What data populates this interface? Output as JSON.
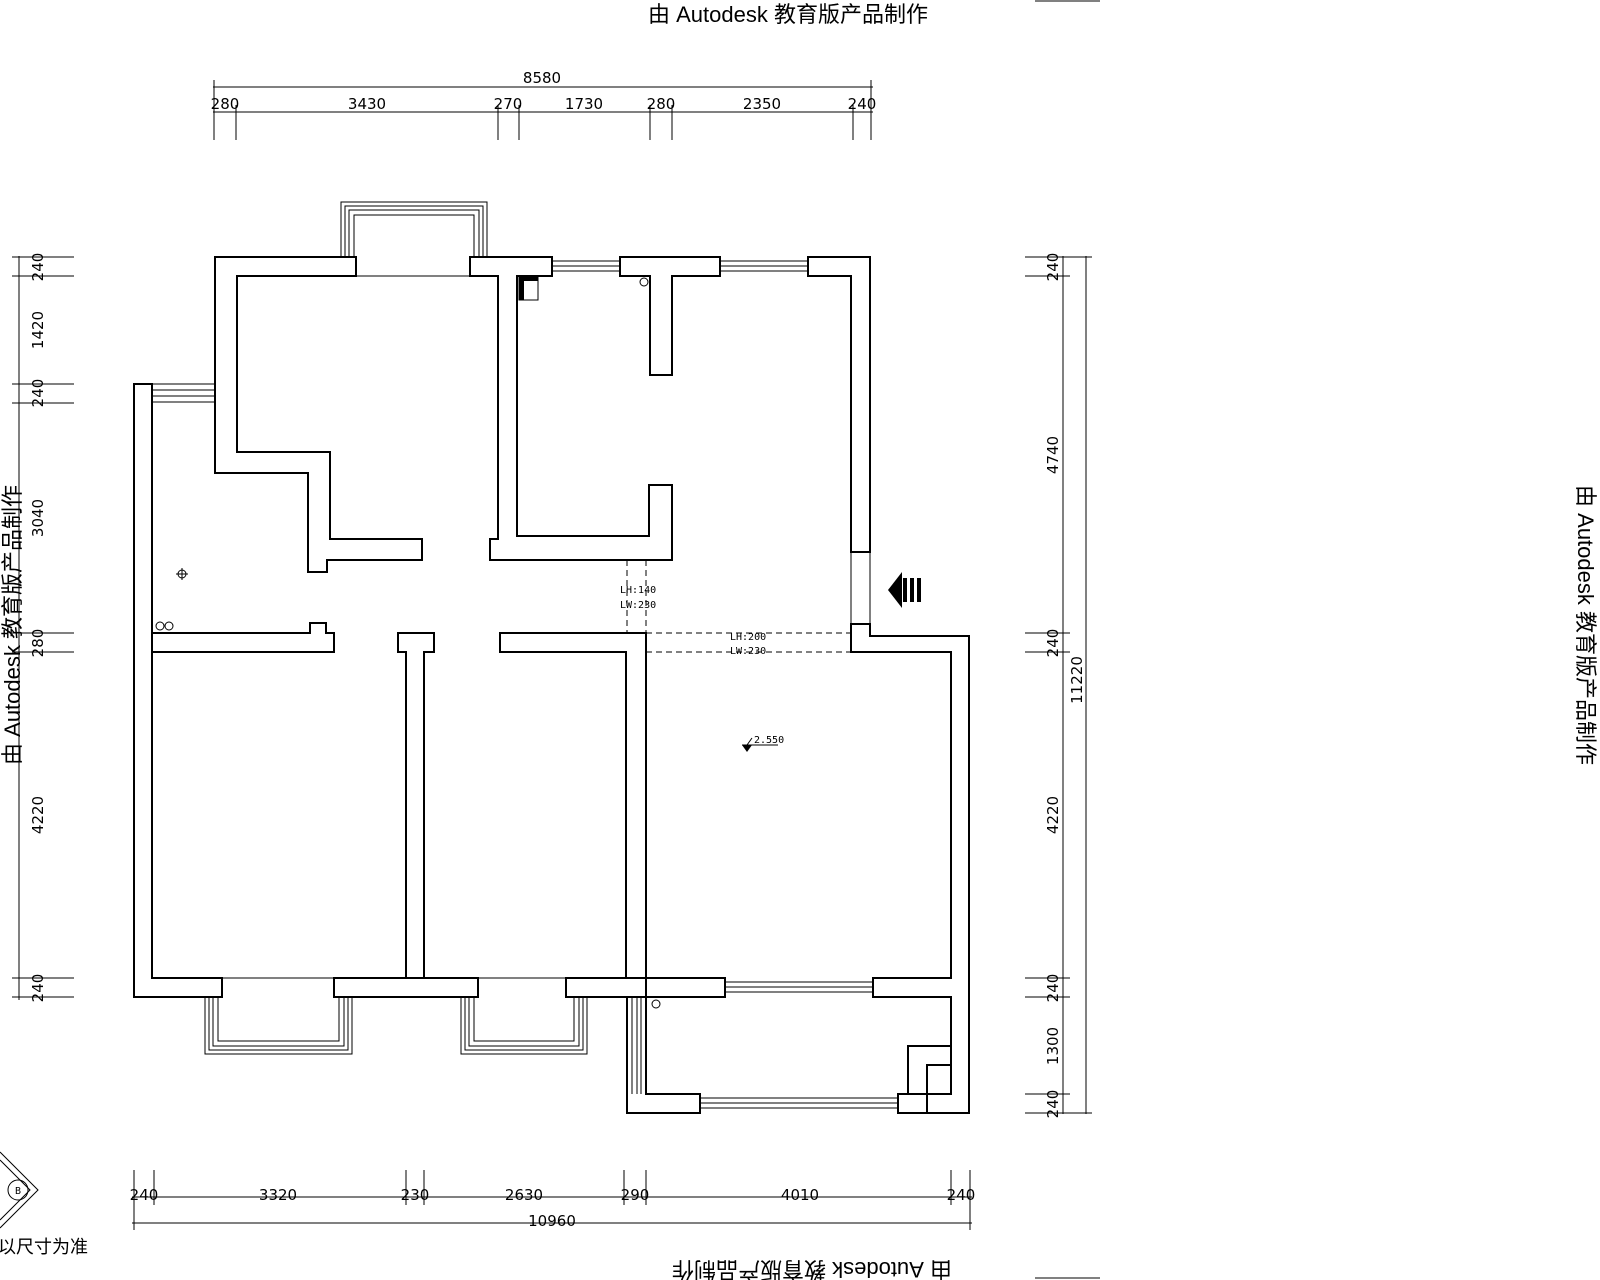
{
  "watermark": "由 Autodesk 教育版产品制作",
  "dimensions": {
    "top_total": "8580",
    "top_segments": [
      "280",
      "3430",
      "270",
      "1730",
      "280",
      "2350",
      "240"
    ],
    "bottom_total": "10960",
    "bottom_segments": [
      "240",
      "3320",
      "230",
      "2630",
      "290",
      "4010",
      "240"
    ],
    "left_segments": [
      "240",
      "1420",
      "240",
      "3040",
      "280",
      "4220",
      "240"
    ],
    "right_segments": [
      "240",
      "4740",
      "240",
      "4220",
      "240",
      "1300",
      "240"
    ],
    "right_total": "11220"
  },
  "annotations": {
    "opening1_lh": "LH:140",
    "opening1_lw": "LW:230",
    "opening2_lh": "LH:200",
    "opening2_lw": "LW:230",
    "level_mark": "2.550"
  },
  "legend_note": "以尺寸为准",
  "compass_letter": "B"
}
